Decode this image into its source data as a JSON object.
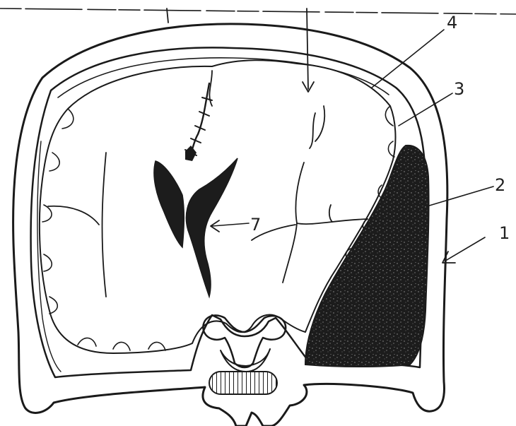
{
  "labels": {
    "four": "4",
    "three": "3",
    "two": "2",
    "one": "1",
    "seven": "7"
  },
  "colors": {
    "ink": "#1a1a1a",
    "hematoma": "#1c1c1c",
    "paper": "#ffffff",
    "bone_fill": "#fbfbf6"
  }
}
